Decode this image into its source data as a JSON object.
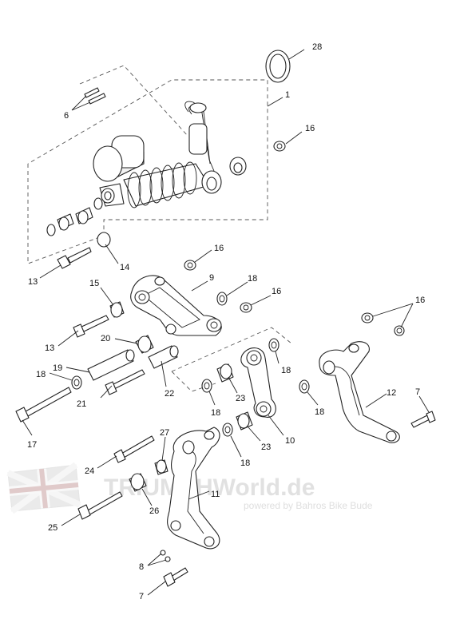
{
  "callouts": [
    "28",
    "1",
    "6",
    "16",
    "13",
    "14",
    "16",
    "9",
    "18",
    "16",
    "15",
    "16",
    "13",
    "20",
    "18",
    "19",
    "22",
    "18",
    "23",
    "18",
    "21",
    "18",
    "12",
    "7",
    "17",
    "10",
    "23",
    "18",
    "27",
    "24",
    "11",
    "26",
    "25",
    "8",
    "7"
  ],
  "watermark": {
    "brand": "TRIUMPHWorld.de",
    "tagline": "powered by Bahros Bike Bude"
  },
  "colors": {
    "line": "#222222",
    "watermark": "#c9c9c9"
  }
}
